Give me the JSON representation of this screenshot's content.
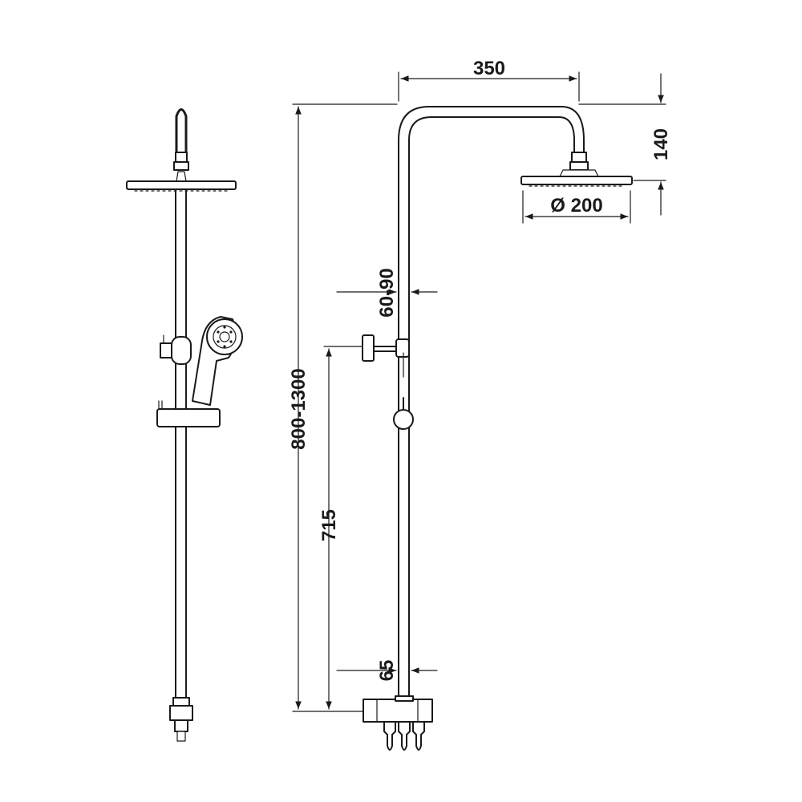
{
  "dimensions": {
    "arm_reach": "350",
    "head_height": "140",
    "head_diameter": "Ø 200",
    "total_height": "800-1300",
    "bracket_offset": "60-90",
    "diverter_height": "715",
    "inlet_offset": "65"
  }
}
